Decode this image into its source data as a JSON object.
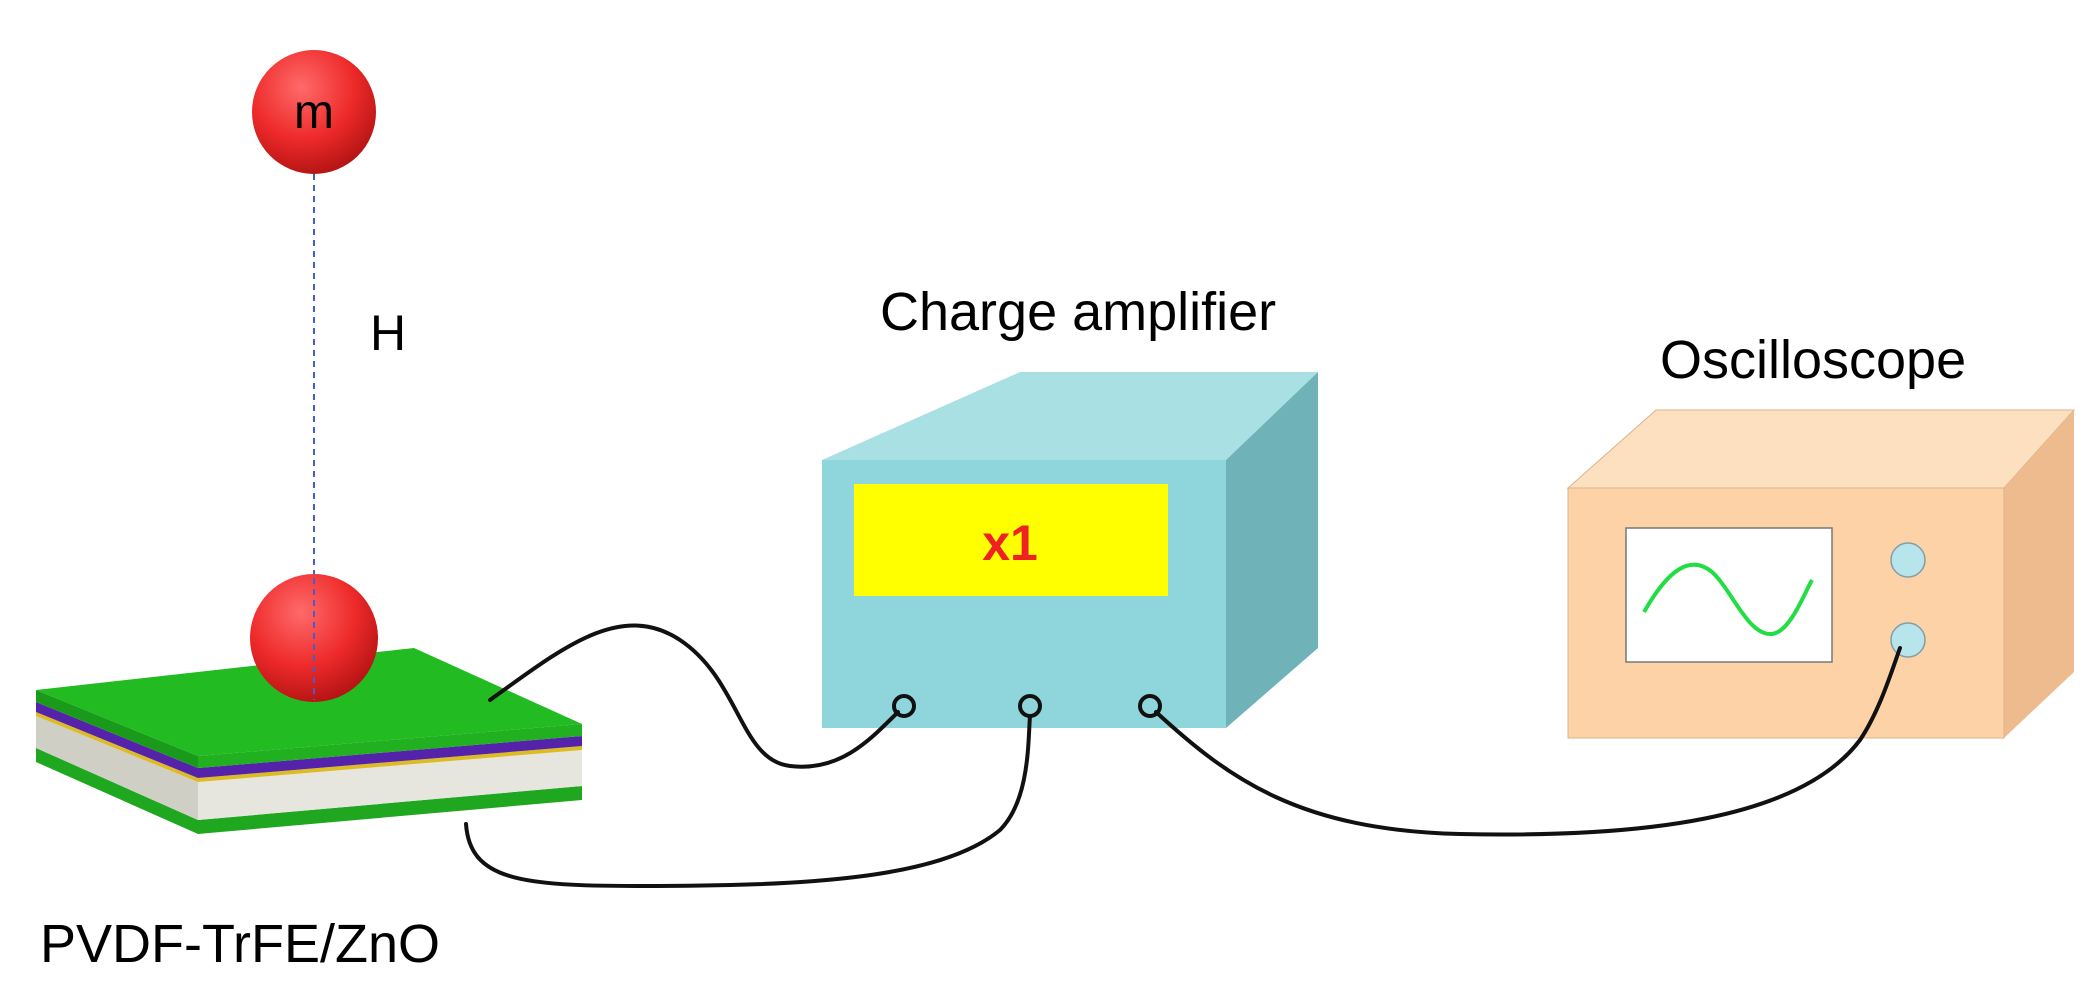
{
  "labels": {
    "mass": "m",
    "height": "H",
    "sample": "PVDF-TrFE/ZnO",
    "amplifier": "Charge amplifier",
    "display": "x1",
    "oscilloscope": "Oscilloscope"
  },
  "colors": {
    "ball": "#ee3333",
    "green_layer": "#22bb22",
    "purple_layer": "#5522aa",
    "gold_layer": "#ddbb22",
    "grey_layer": "#e4e4dc",
    "amp_front": "#8fd6dc",
    "amp_top": "#a8e0e4",
    "amp_side": "#6fb3b9",
    "amp_display": "#ffff00",
    "amp_display_text": "#ee2222",
    "osc_front": "#fdd2a6",
    "osc_top": "#fde0c0",
    "osc_side": "#eebb8f",
    "osc_wave": "#22dd44",
    "osc_knob": "#b8e4ec"
  }
}
